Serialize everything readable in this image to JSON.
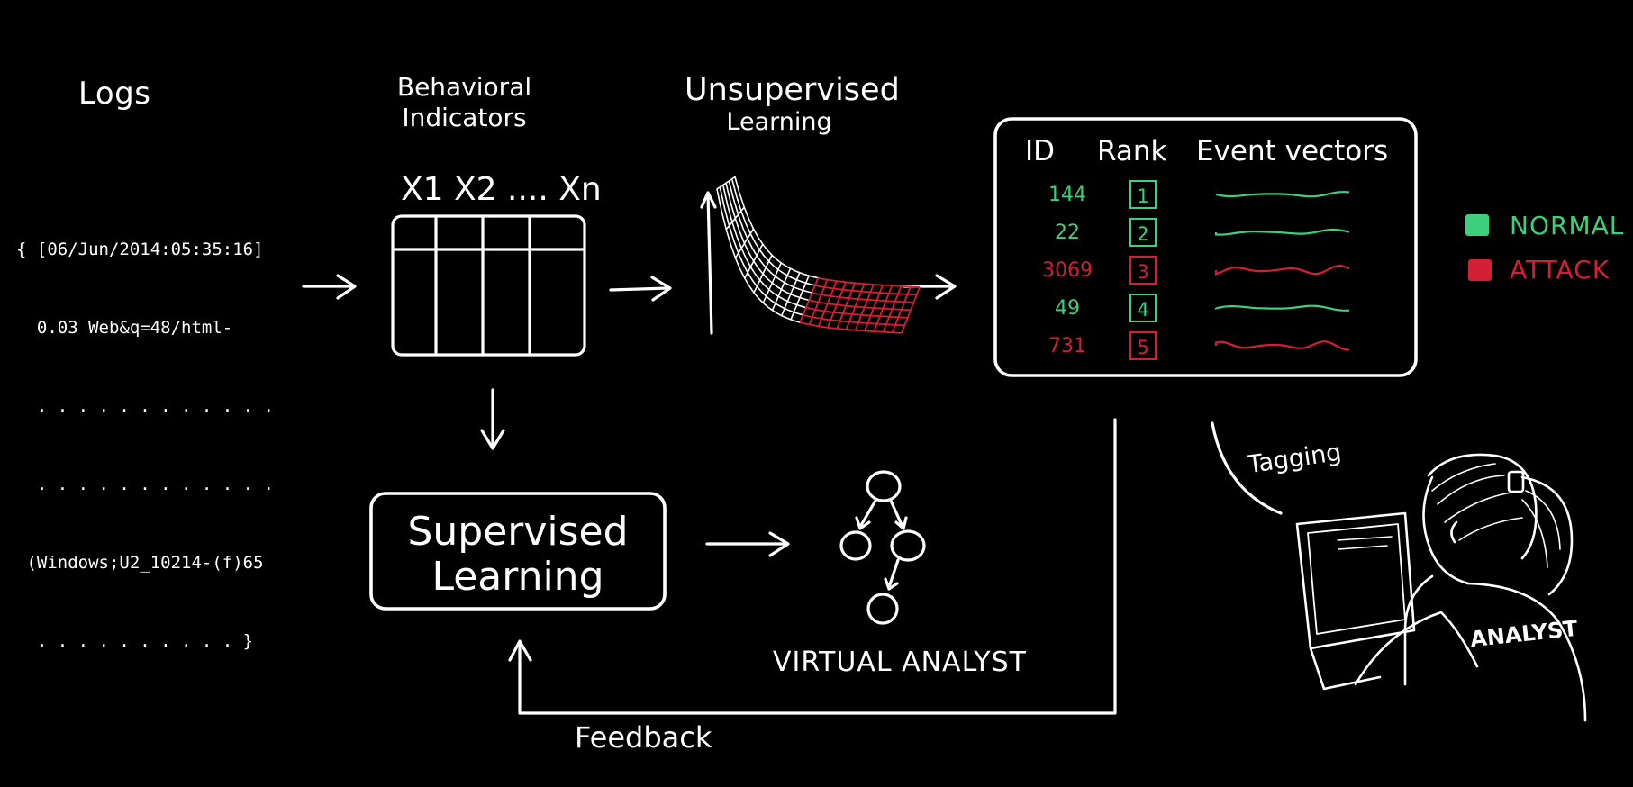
{
  "colors": {
    "background": "#000000",
    "stroke": "#ffffff",
    "normal": "#3ecf7d",
    "attack": "#d51f35"
  },
  "logs": {
    "title": "Logs",
    "lines": [
      "{ [06/Jun/2014:05:35:16]",
      "  0.03 Web&q=48/html-",
      "  . . . . . . . . . . . .",
      "  . . . . . . . . . . . .",
      " (Windows;U2_10214-(f)65",
      "  . . . . . . . . . . }"
    ]
  },
  "behavioral": {
    "title_line1": "Behavioral",
    "title_line2": "Indicators",
    "columns": "X1 X2 .... Xn"
  },
  "unsupervised": {
    "title_line1": "Unsupervised",
    "title_line2": "Learning"
  },
  "results": {
    "headers": [
      "ID",
      "Rank",
      "Event vectors"
    ],
    "rows": [
      {
        "id": "144",
        "rank": "1",
        "class": "normal"
      },
      {
        "id": "22",
        "rank": "2",
        "class": "normal"
      },
      {
        "id": "3069",
        "rank": "3",
        "class": "attack"
      },
      {
        "id": "49",
        "rank": "4",
        "class": "normal"
      },
      {
        "id": "731",
        "rank": "5",
        "class": "attack"
      }
    ]
  },
  "legend": {
    "normal": "NORMAL",
    "attack": "ATTACK"
  },
  "supervised": {
    "line1": "Supervised",
    "line2": "Learning"
  },
  "virtual_analyst": "VIRTUAL ANALYST",
  "feedback": "Feedback",
  "tagging": "Tagging",
  "analyst": "ANALYST"
}
